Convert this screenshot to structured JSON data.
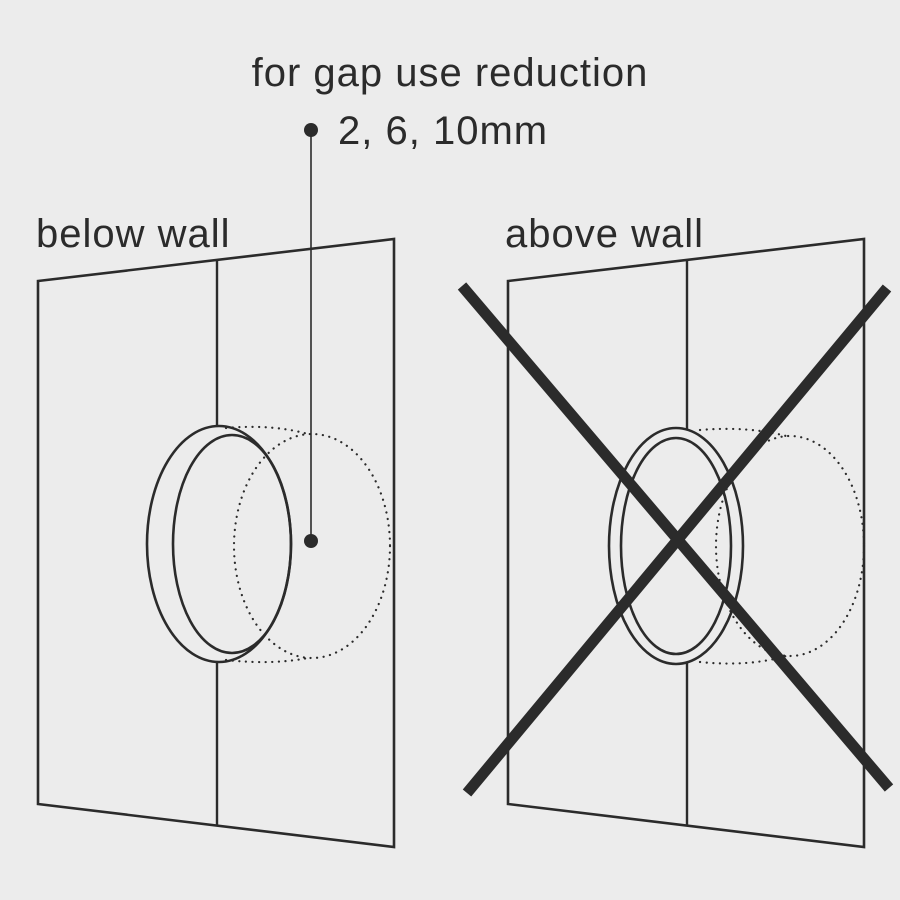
{
  "annotation": {
    "title": "for gap use reduction",
    "measurements": "2, 6, 10mm"
  },
  "diagrams": {
    "left": {
      "label": "below wall"
    },
    "right": {
      "label": "above wall"
    }
  },
  "icons": {
    "prohibition": "x-cross",
    "leader": "bullet-dot-with-line"
  },
  "colors": {
    "background": "#ececec",
    "ink": "#2b2b2b"
  }
}
